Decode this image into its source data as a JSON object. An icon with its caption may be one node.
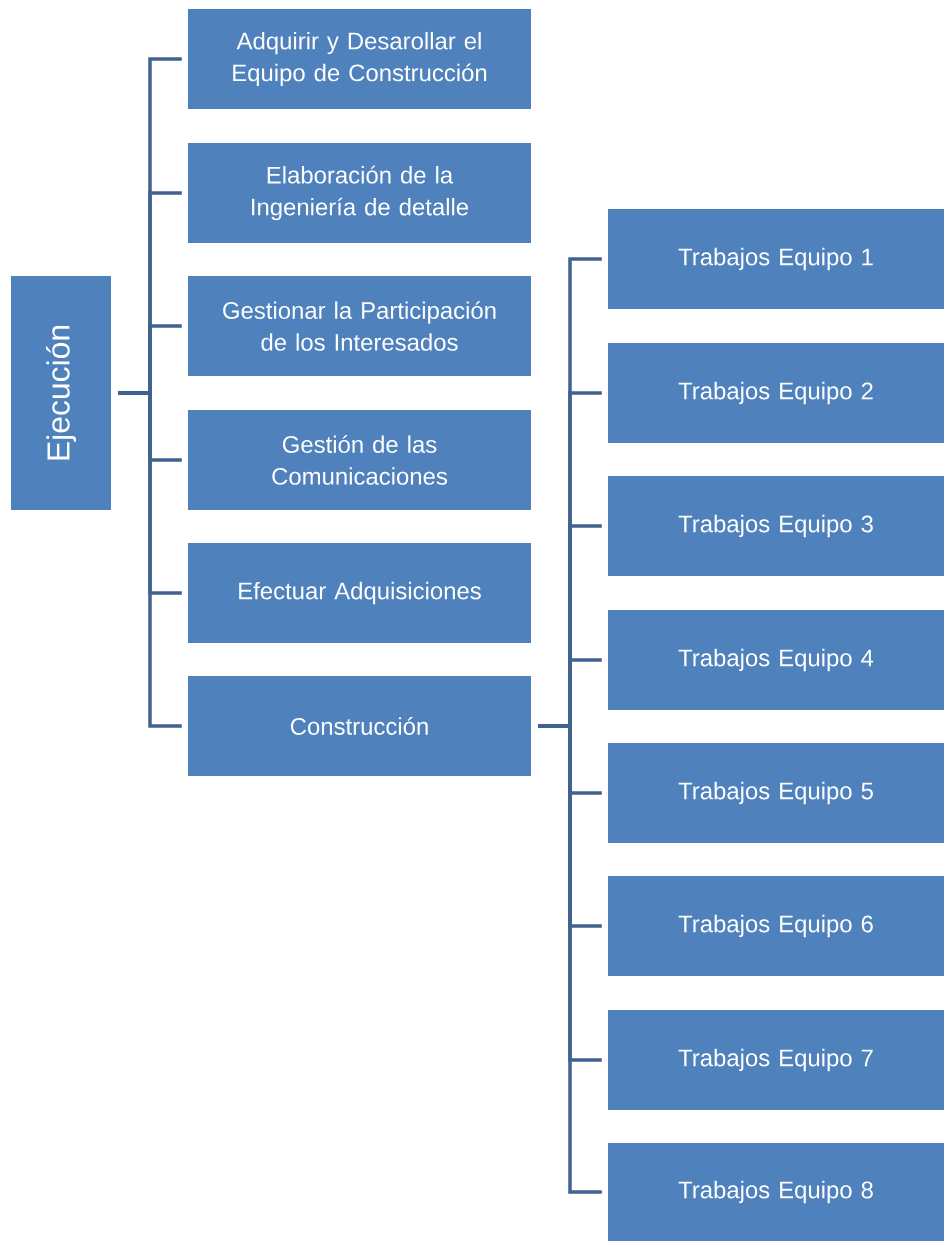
{
  "diagram": {
    "nodes": [
      {
        "text": [
          "Ejecución"
        ]
      },
      {
        "text": [
          "Adquirir y Desarollar el Equipo de Construcción"
        ]
      },
      {
        "text": [
          "Elaboración de la Ingeniería de detalle"
        ]
      },
      {
        "text": [
          "Gestionar la Participación de los Interesados"
        ]
      },
      {
        "text": [
          "Gestión de las Comunicaciones"
        ]
      },
      {
        "text": [
          "Efectuar Adquisiciones"
        ]
      },
      {
        "text": [
          "Construcción"
        ]
      },
      {
        "text": [
          "Trabajos Equipo 1"
        ]
      },
      {
        "text": [
          "Trabajos Equipo 2"
        ]
      },
      {
        "text": [
          "Trabajos Equipo 3"
        ]
      },
      {
        "text": [
          "Trabajos Equipo 4"
        ]
      },
      {
        "text": [
          "Trabajos Equipo 5"
        ]
      },
      {
        "text": [
          "Trabajos Equipo 6"
        ]
      },
      {
        "text": [
          "Trabajos Equipo 7"
        ]
      },
      {
        "text": [
          "Trabajos Equipo 8"
        ]
      }
    ],
    "edges": [
      {
        "from": 0,
        "to": 1,
        "arrow": "none"
      },
      {
        "from": 0,
        "to": 2,
        "arrow": "none"
      },
      {
        "from": 0,
        "to": 3,
        "arrow": "none"
      },
      {
        "from": 0,
        "to": 4,
        "arrow": "none"
      },
      {
        "from": 0,
        "to": 5,
        "arrow": "none"
      },
      {
        "from": 0,
        "to": 6,
        "arrow": "none"
      },
      {
        "from": 6,
        "to": 7,
        "arrow": "none"
      },
      {
        "from": 6,
        "to": 8,
        "arrow": "none"
      },
      {
        "from": 6,
        "to": 9,
        "arrow": "none"
      },
      {
        "from": 6,
        "to": 10,
        "arrow": "none"
      },
      {
        "from": 6,
        "to": 11,
        "arrow": "none"
      },
      {
        "from": 6,
        "to": 12,
        "arrow": "none"
      },
      {
        "from": 6,
        "to": 13,
        "arrow": "none"
      },
      {
        "from": 6,
        "to": 14,
        "arrow": "none"
      }
    ]
  }
}
